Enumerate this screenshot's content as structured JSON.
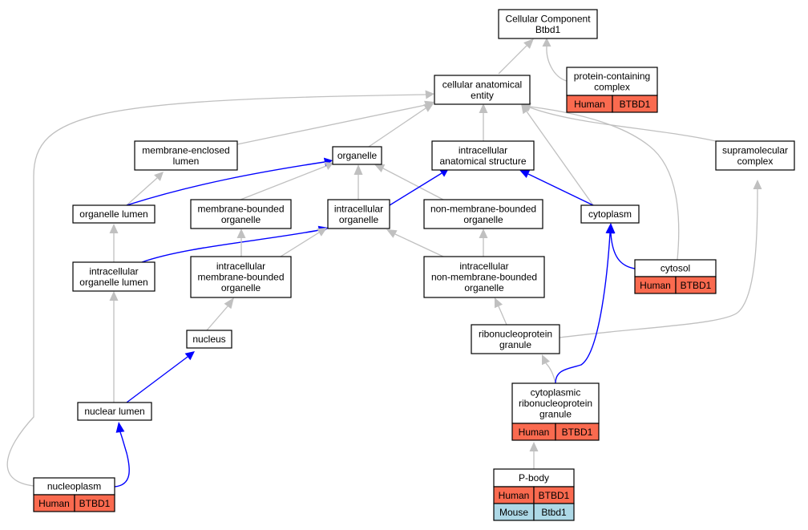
{
  "nodes": {
    "root": [
      "Cellular Component",
      "Btbd1"
    ],
    "cae": [
      "cellular anatomical",
      "entity"
    ],
    "pcc": [
      "protein-containing",
      "complex"
    ],
    "mel": [
      "membrane-enclosed",
      "lumen"
    ],
    "organelle": [
      "organelle"
    ],
    "ias": [
      "intracellular",
      "anatomical structure"
    ],
    "smc": [
      "supramolecular",
      "complex"
    ],
    "ol": [
      "organelle lumen"
    ],
    "mbo": [
      "membrane-bounded",
      "organelle"
    ],
    "io": [
      "intracellular",
      "organelle"
    ],
    "nmbo": [
      "non-membrane-bounded",
      "organelle"
    ],
    "cytoplasm": [
      "cytoplasm"
    ],
    "iol": [
      "intracellular",
      "organelle lumen"
    ],
    "imbo": [
      "intracellular",
      "membrane-bounded",
      "organelle"
    ],
    "inmbo": [
      "intracellular",
      "non-membrane-bounded",
      "organelle"
    ],
    "cytosol": [
      "cytosol"
    ],
    "nucleus": [
      "nucleus"
    ],
    "rnp": [
      "ribonucleoprotein",
      "granule"
    ],
    "nl": [
      "nuclear lumen"
    ],
    "crnp": [
      "cytoplasmic",
      "ribonucleoprotein",
      "granule"
    ],
    "nucleoplasm": [
      "nucleoplasm"
    ],
    "pbody": [
      "P-body"
    ]
  },
  "annotations": {
    "pcc": [
      [
        "Human",
        "BTBD1"
      ]
    ],
    "cytosol": [
      [
        "Human",
        "BTBD1"
      ]
    ],
    "crnp": [
      [
        "Human",
        "BTBD1"
      ]
    ],
    "nucleoplasm": [
      [
        "Human",
        "BTBD1"
      ]
    ],
    "pbody": [
      [
        "Human",
        "BTBD1"
      ],
      [
        "Mouse",
        "Btbd1"
      ]
    ]
  },
  "colors": {
    "human": "#fa6a4f",
    "mouse": "#add8e6",
    "is_a_edge": "#c0c0c0",
    "part_of_edge": "#0000ff"
  }
}
